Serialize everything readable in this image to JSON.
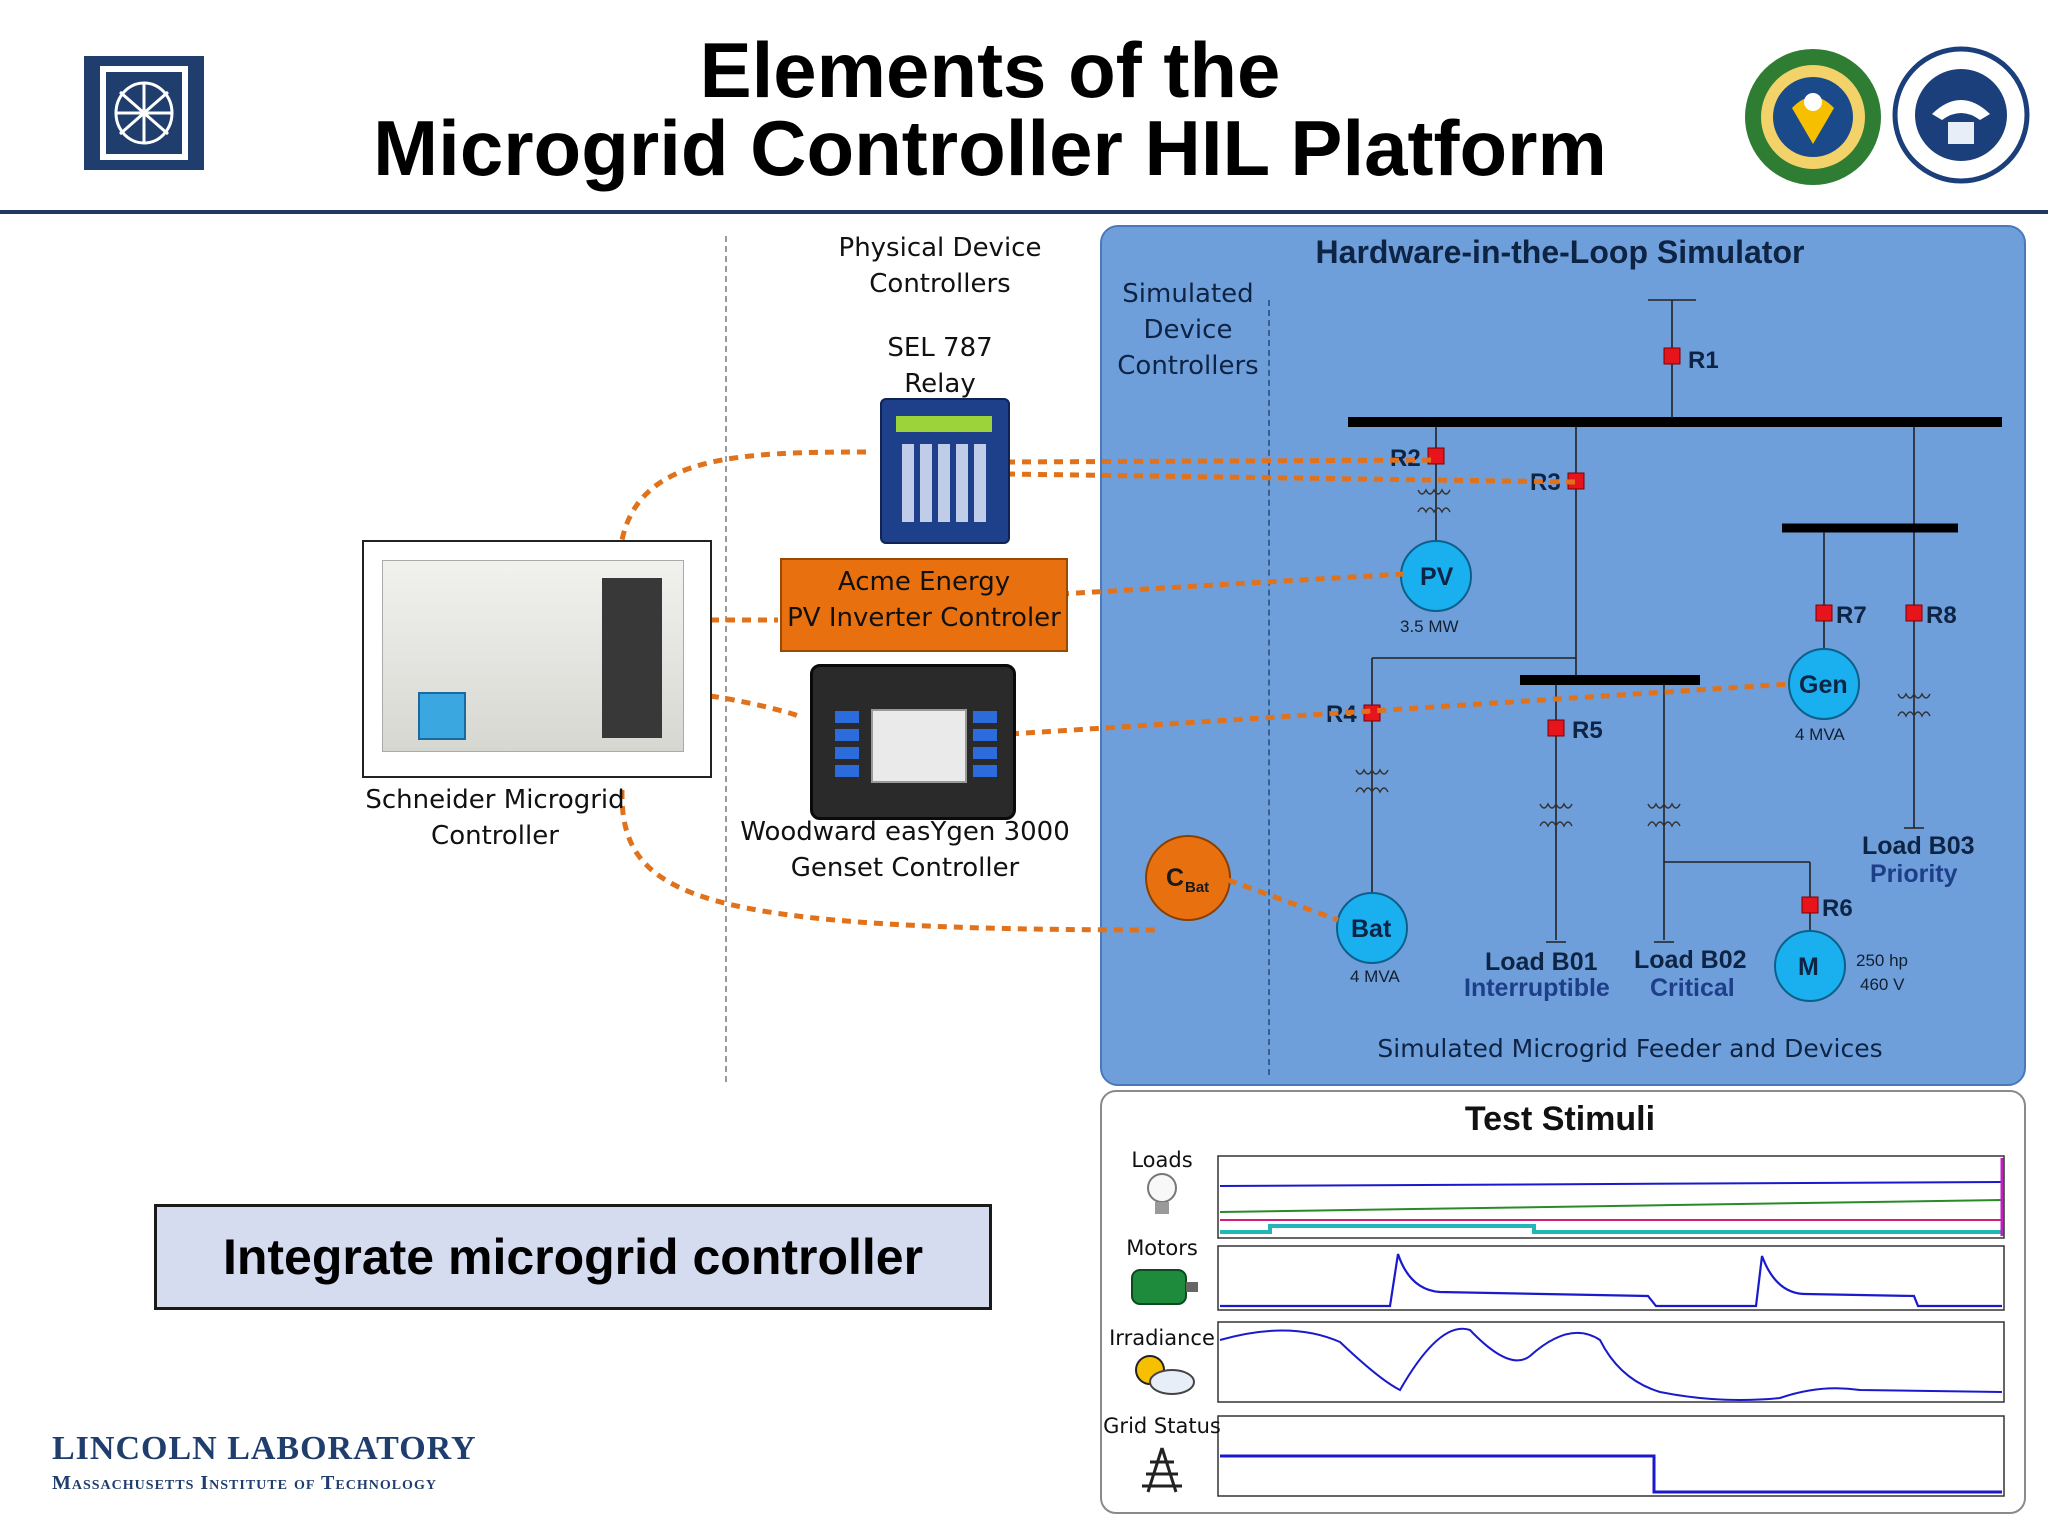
{
  "header": {
    "title_line1": "Elements of the",
    "title_line2": "Microgrid Controller HIL Platform"
  },
  "left": {
    "physical_heading": "Physical Device\nControllers",
    "sel_label": "SEL 787\nRelay",
    "pv_box_label": "Acme Energy\nPV Inverter Controler",
    "woodward_label": "Woodward easYgen 3000\nGenset Controller",
    "schneider_label": "Schneider Microgrid\nController",
    "integrate_label": "Integrate microgrid controller"
  },
  "hil": {
    "title": "Hardware-in-the-Loop Simulator",
    "simulated_heading": "Simulated\nDevice\nControllers",
    "footer": "Simulated Microgrid Feeder and Devices",
    "relays": [
      "R1",
      "R2",
      "R3",
      "R4",
      "R5",
      "R6",
      "R7",
      "R8"
    ],
    "nodes": {
      "pv": "PV",
      "pv_rating": "3.5 MW",
      "gen": "Gen",
      "gen_rating": "4 MVA",
      "bat": "Bat",
      "bat_rating": "4 MVA",
      "motor": "M",
      "motor_rating_1": "250 hp",
      "motor_rating_2": "460 V",
      "cbat_main": "C",
      "cbat_sub": "Bat"
    },
    "loads": {
      "b01_title": "Load B01",
      "b01_sub": "Interruptible",
      "b02_title": "Load B02",
      "b02_sub": "Critical",
      "b03_title": "Load B03",
      "b03_sub": "Priority"
    }
  },
  "stimuli": {
    "title": "Test Stimuli",
    "rows": [
      "Loads",
      "Motors",
      "Irradiance",
      "Grid Status"
    ]
  },
  "footer": {
    "lab_line1": "LINCOLN LABORATORY",
    "lab_line2": "Massachusetts Institute of Technology"
  },
  "colors": {
    "hil_panel": "#6f9fdb",
    "dashed": "#e0721c",
    "node": "#1ab0ef",
    "relay": "#e8141b",
    "pv_box": "#e8700f",
    "integrate_box": "#d6dcf0"
  }
}
